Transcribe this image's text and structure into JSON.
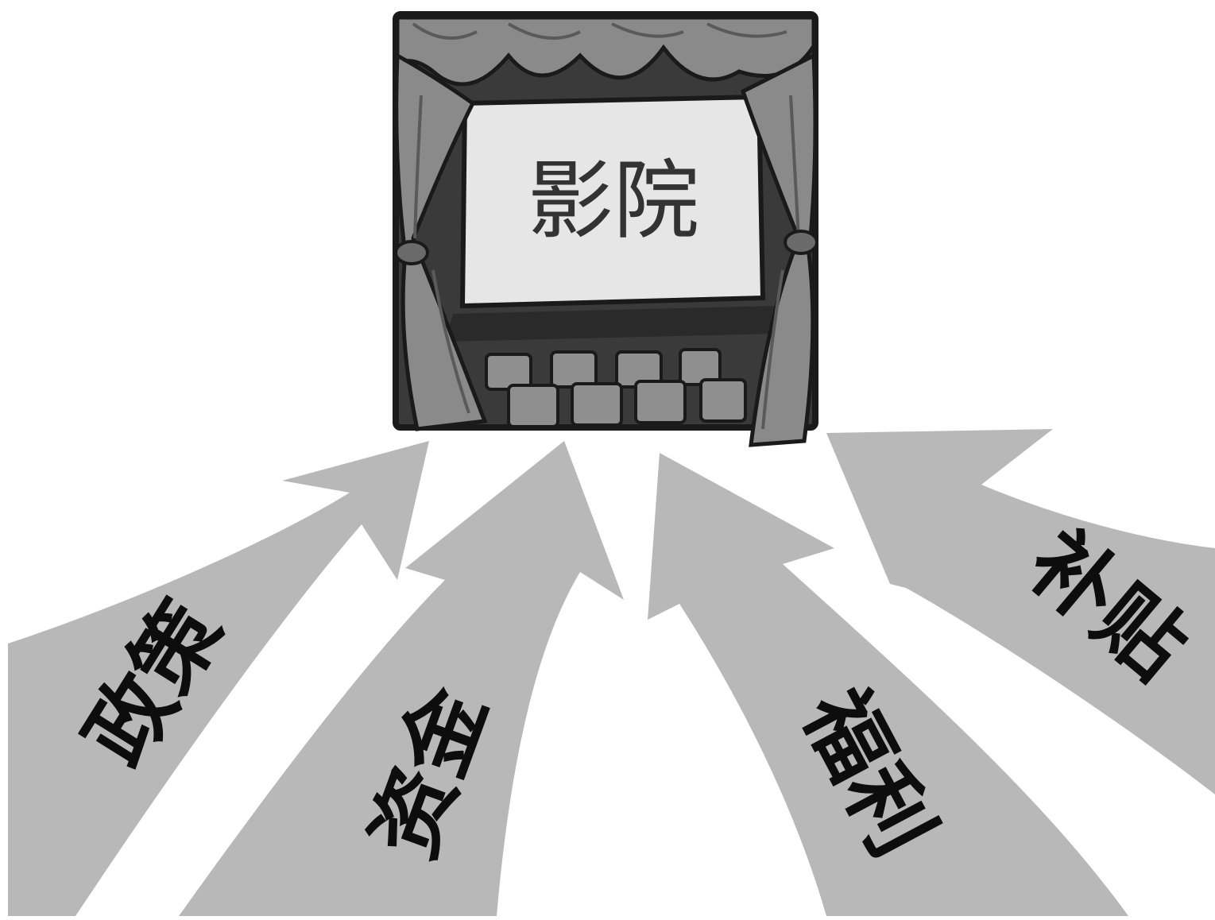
{
  "theater": {
    "screen_text": "影院"
  },
  "arrows": [
    {
      "label": "政策"
    },
    {
      "label": "资金"
    },
    {
      "label": "福利"
    },
    {
      "label": "补贴"
    }
  ],
  "colors": {
    "arrow_fill": "#b8b8b8",
    "curtain": "#8a8a8a",
    "screen": "#e6e6e6",
    "stage_dark": "#3a3a3a",
    "seat": "#8f8f8f",
    "outline": "#1a1a1a"
  }
}
